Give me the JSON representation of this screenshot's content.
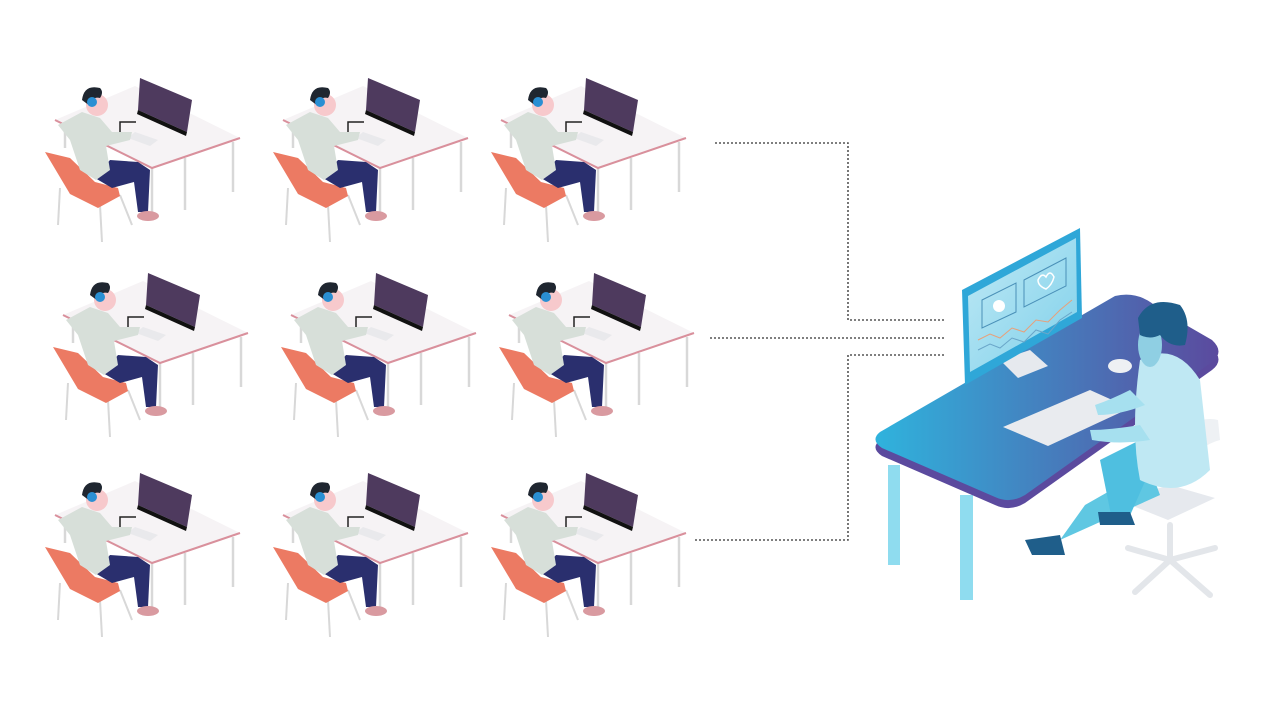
{
  "colors": {
    "background": "#ffffff",
    "worker_monitor": "#4e3a5e",
    "worker_chair": "#ec7a63",
    "worker_pants": "#2a2f6e",
    "worker_shirt": "#d7dfd9",
    "connector": "#555555",
    "operator_desk_start": "#2fb3dd",
    "operator_desk_end": "#5b4a9e",
    "operator_body": "#7fd6ea",
    "operator_hair": "#1f5e8a"
  },
  "workers": [
    {
      "id": "worker-1"
    },
    {
      "id": "worker-2"
    },
    {
      "id": "worker-3"
    },
    {
      "id": "worker-4"
    },
    {
      "id": "worker-5"
    },
    {
      "id": "worker-6"
    },
    {
      "id": "worker-7"
    },
    {
      "id": "worker-8"
    },
    {
      "id": "worker-9"
    }
  ]
}
